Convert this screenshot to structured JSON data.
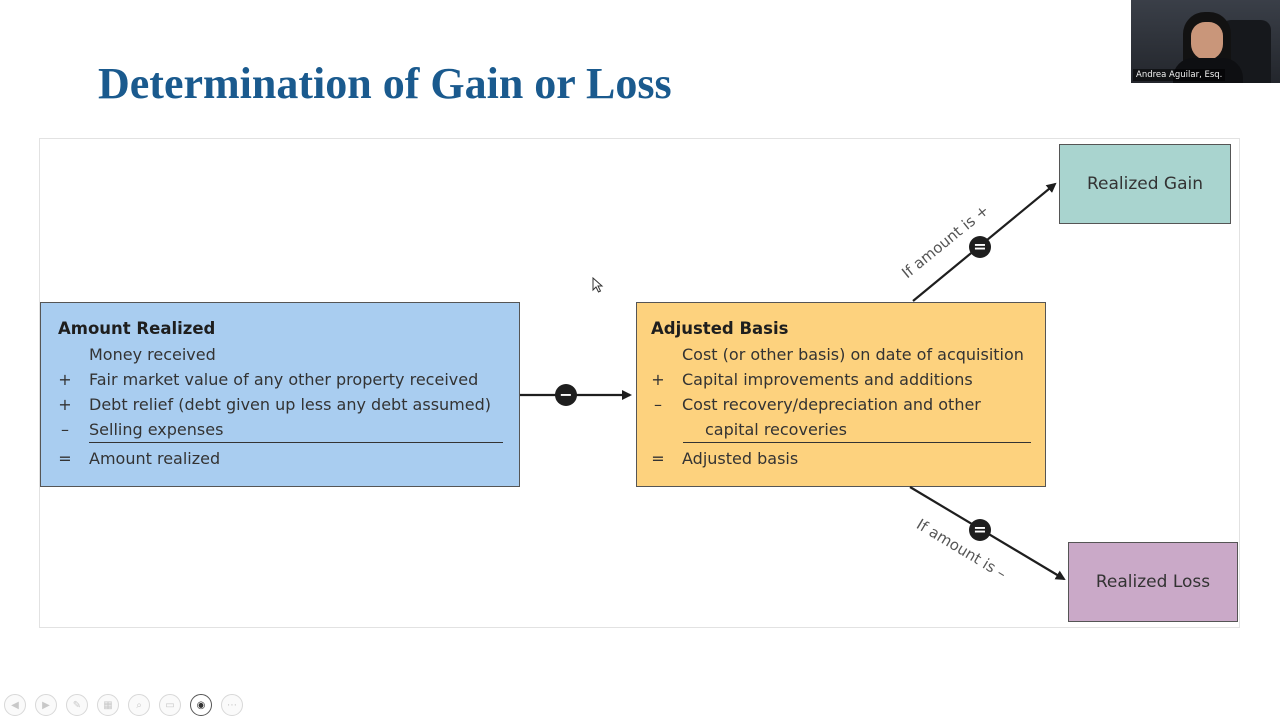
{
  "slide": {
    "title": "Determination of Gain or Loss"
  },
  "amount_realized": {
    "heading": "Amount Realized",
    "rows": [
      {
        "symbol": "",
        "text": "Money received"
      },
      {
        "symbol": "+",
        "text": "Fair market value of any other property received"
      },
      {
        "symbol": "+",
        "text": "Debt relief (debt given up less any debt assumed)"
      },
      {
        "symbol": "–",
        "text": "Selling expenses"
      },
      {
        "symbol": "=",
        "text": "Amount realized"
      }
    ]
  },
  "adjusted_basis": {
    "heading": "Adjusted Basis",
    "rows": [
      {
        "symbol": "",
        "text": "Cost (or other basis) on date of acquisition"
      },
      {
        "symbol": "+",
        "text": "Capital improvements and additions"
      },
      {
        "symbol": "–",
        "text": "Cost recovery/depreciation and other"
      },
      {
        "symbol": "",
        "text": "capital recoveries"
      },
      {
        "symbol": "=",
        "text": "Adjusted basis"
      }
    ]
  },
  "operators": {
    "minus": "−",
    "equals_gain": "=",
    "equals_loss": "="
  },
  "conditions": {
    "gain": "If amount is +",
    "loss": "If amount is –"
  },
  "results": {
    "gain": "Realized Gain",
    "loss": "Realized Loss"
  },
  "webcam": {
    "participant_name": "Andrea Aguilar, Esq."
  },
  "toolbar": {
    "buttons": [
      {
        "name": "previous-slide",
        "glyph": "◀"
      },
      {
        "name": "next-slide",
        "glyph": "▶"
      },
      {
        "name": "pen-tool",
        "glyph": "✎"
      },
      {
        "name": "slides-grid",
        "glyph": "▦"
      },
      {
        "name": "zoom",
        "glyph": "⌕"
      },
      {
        "name": "subtitles",
        "glyph": "▭"
      },
      {
        "name": "camera",
        "glyph": "◉"
      },
      {
        "name": "more-options",
        "glyph": "⋯"
      }
    ]
  },
  "colors": {
    "title": "#1a5a8e",
    "amount_box": "#a9cdf0",
    "basis_box": "#fdd27e",
    "gain_box": "#a9d4cf",
    "loss_box": "#caa9c8"
  }
}
